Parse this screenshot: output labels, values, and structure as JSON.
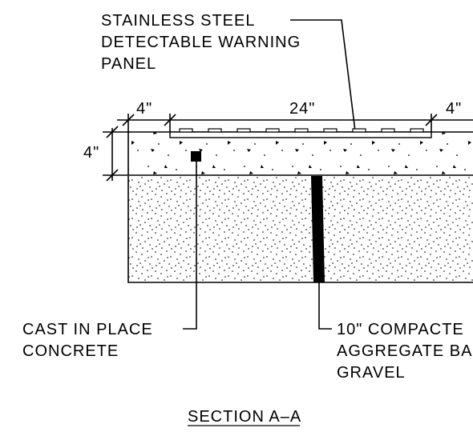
{
  "labels": {
    "panel": [
      "STAINLESS STEEL",
      "DETECTABLE WARNING",
      "PANEL"
    ],
    "concrete": [
      "CAST IN PLACE",
      "CONCRETE"
    ],
    "gravel": [
      "10\" COMPACTE",
      "AGGREGATE BA",
      "GRAVEL"
    ]
  },
  "dimensions": {
    "left": "4\"",
    "center": "24\"",
    "right": "4\"",
    "depth": "4\""
  },
  "section_title": "SECTION A–A"
}
